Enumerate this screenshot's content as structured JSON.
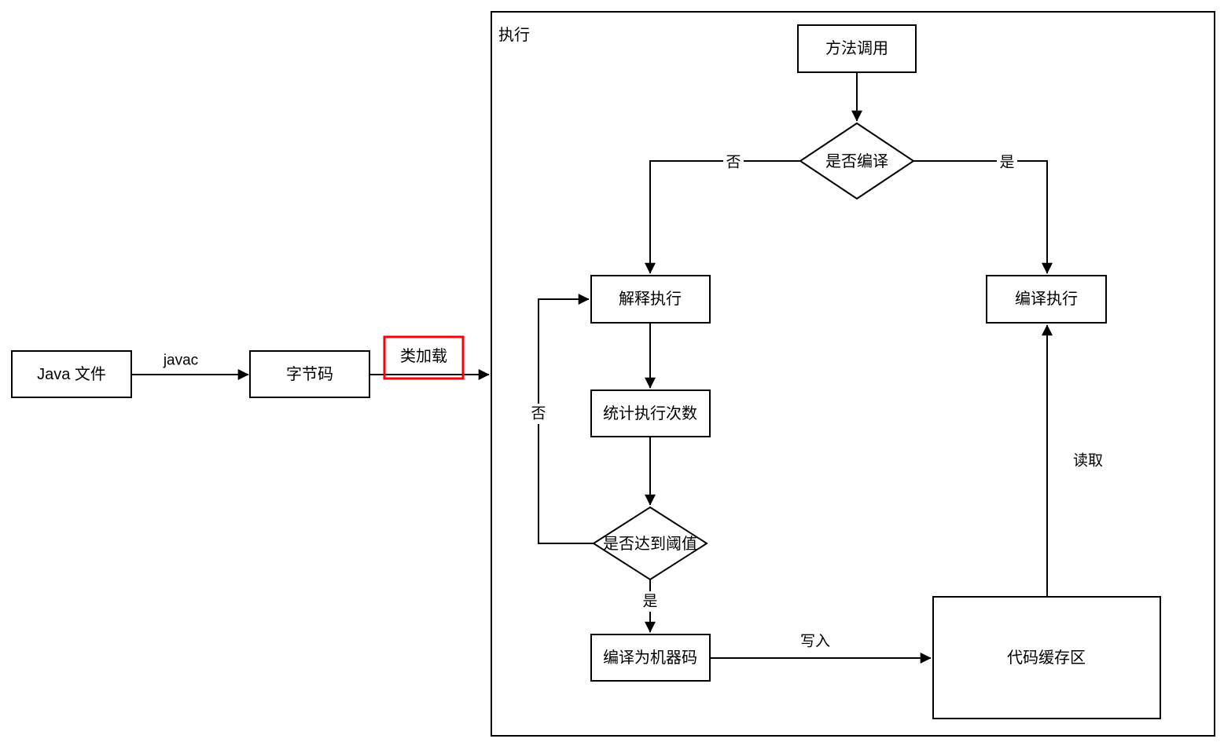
{
  "colors": {
    "line": "#000000",
    "box_fill": "#ffffff",
    "highlight": "#fb0006",
    "background": "#ffffff"
  },
  "nodes": {
    "java_file": {
      "label": "Java 文件"
    },
    "bytecode": {
      "label": "字节码"
    },
    "class_load": {
      "label": "类加载"
    },
    "execute_container": {
      "label": "执行"
    },
    "method_call": {
      "label": "方法调用"
    },
    "compile_decision": {
      "label": "是否编译"
    },
    "interpret_exec": {
      "label": "解释执行"
    },
    "compiled_exec": {
      "label": "编译执行"
    },
    "count_exec": {
      "label": "统计执行次数"
    },
    "threshold_decision": {
      "label": "是否达到阈值"
    },
    "compile_to_machine": {
      "label": "编译为机器码"
    },
    "code_cache": {
      "label": "代码缓存区"
    }
  },
  "edges": {
    "javac": {
      "label": "javac"
    },
    "compile_no": {
      "label": "否"
    },
    "compile_yes": {
      "label": "是"
    },
    "threshold_no": {
      "label": "否"
    },
    "threshold_yes": {
      "label": "是"
    },
    "write": {
      "label": "写入"
    },
    "read": {
      "label": "读取"
    }
  }
}
